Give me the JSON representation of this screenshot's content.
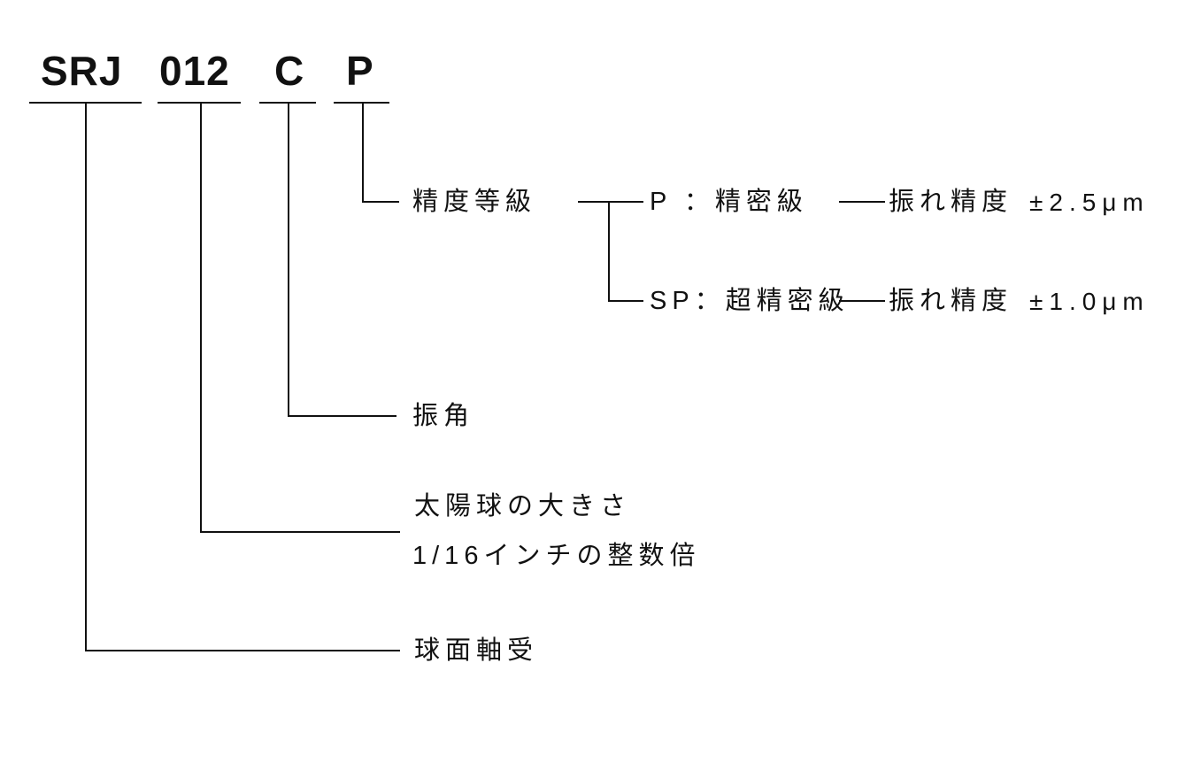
{
  "colors": {
    "background": "#ffffff",
    "ink": "#111111"
  },
  "code": {
    "full": "SRJ 012 C P",
    "segments": [
      {
        "id": "series",
        "text": "SRJ"
      },
      {
        "id": "size",
        "text": "012"
      },
      {
        "id": "angle",
        "text": "C"
      },
      {
        "id": "grade",
        "text": "P"
      }
    ]
  },
  "branches": {
    "precision": {
      "label": "精度等級",
      "options": [
        {
          "name": "P ：精密級",
          "spec_label": "振れ精度",
          "spec_value": "±2.5μm"
        },
        {
          "name": "SP：超精密級",
          "spec_label": "振れ精度",
          "spec_value": "±1.0μm"
        }
      ]
    },
    "swing_angle": {
      "label": "振角"
    },
    "ball_size": {
      "label_line1": "太陽球の大きさ",
      "label_line2": "1/16インチの整数倍"
    },
    "bearing": {
      "label": "球面軸受"
    }
  }
}
